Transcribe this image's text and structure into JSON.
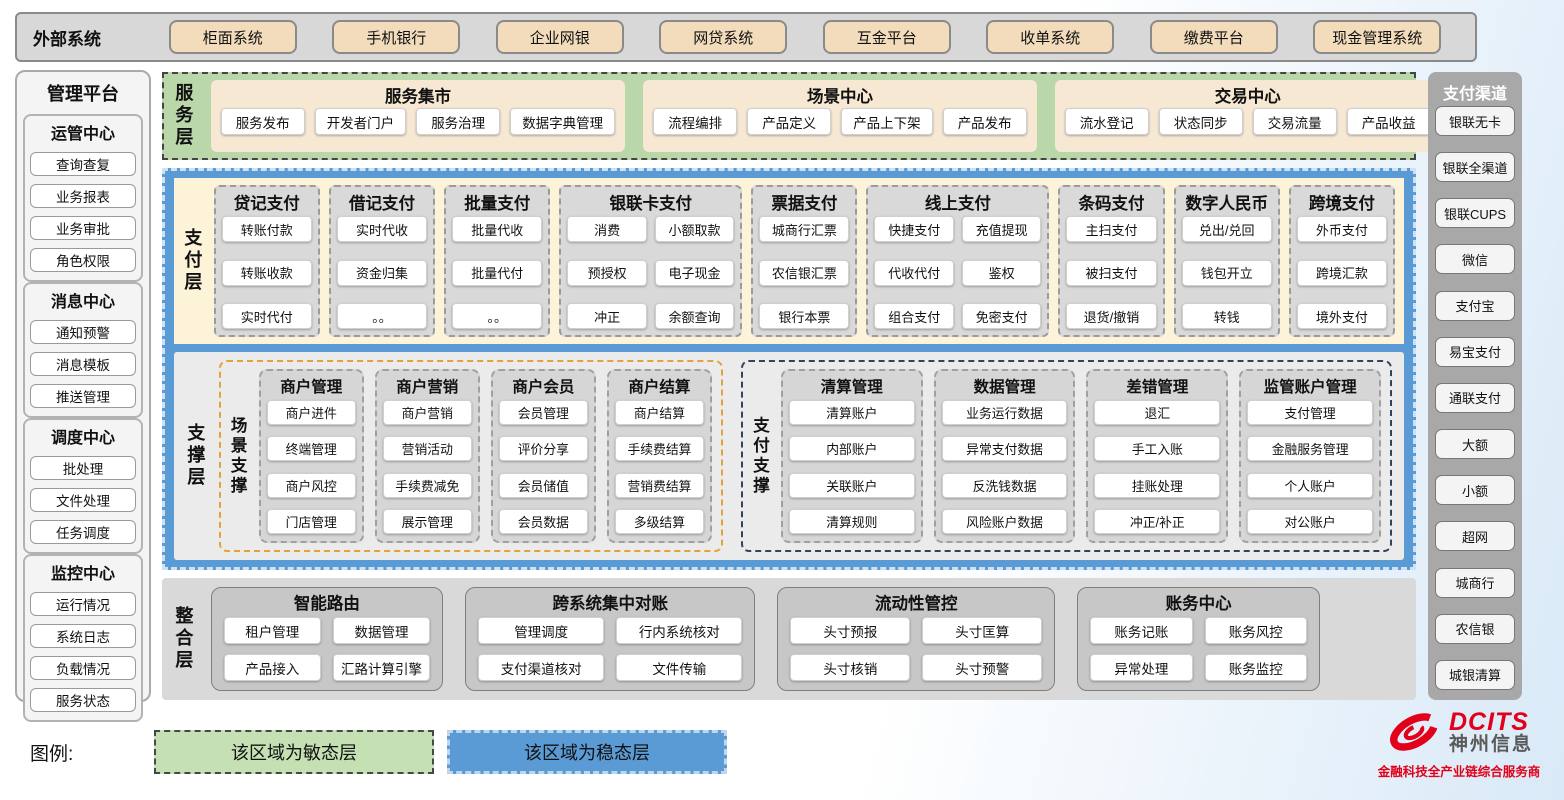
{
  "external_systems": {
    "label": "外部系统",
    "items": [
      "柜面系统",
      "手机银行",
      "企业网银",
      "网贷系统",
      "互金平台",
      "收单系统",
      "缴费平台",
      "现金管理系统"
    ]
  },
  "management_platform": {
    "title": "管理平台",
    "groups": [
      {
        "title": "运管中心",
        "items": [
          "查询查复",
          "业务报表",
          "业务审批",
          "角色权限"
        ]
      },
      {
        "title": "消息中心",
        "items": [
          "通知预警",
          "消息模板",
          "推送管理"
        ]
      },
      {
        "title": "调度中心",
        "items": [
          "批处理",
          "文件处理",
          "任务调度"
        ]
      },
      {
        "title": "监控中心",
        "items": [
          "运行情况",
          "系统日志",
          "负载情况",
          "服务状态"
        ]
      }
    ]
  },
  "service_layer": {
    "label": "服务层",
    "groups": [
      {
        "title": "服务集市",
        "items": [
          "服务发布",
          "开发者门户",
          "服务治理",
          "数据字典管理"
        ]
      },
      {
        "title": "场景中心",
        "items": [
          "流程编排",
          "产品定义",
          "产品上下架",
          "产品发布"
        ]
      },
      {
        "title": "交易中心",
        "items": [
          "流水登记",
          "状态同步",
          "交易流量",
          "产品收益"
        ]
      }
    ]
  },
  "payment_layer": {
    "label": "支付层",
    "columns": [
      {
        "title": "贷记支付",
        "cols": 1,
        "items": [
          "转账付款",
          "转账收款",
          "实时代付"
        ]
      },
      {
        "title": "借记支付",
        "cols": 1,
        "items": [
          "实时代收",
          "资金归集",
          "。。"
        ]
      },
      {
        "title": "批量支付",
        "cols": 1,
        "items": [
          "批量代收",
          "批量代付",
          "。。"
        ]
      },
      {
        "title": "银联卡支付",
        "cols": 2,
        "items": [
          "消费",
          "小额取款",
          "预授权",
          "电子现金",
          "冲正",
          "余额查询"
        ]
      },
      {
        "title": "票据支付",
        "cols": 1,
        "items": [
          "城商行汇票",
          "农信银汇票",
          "银行本票"
        ]
      },
      {
        "title": "线上支付",
        "cols": 2,
        "items": [
          "快捷支付",
          "充值提现",
          "代收代付",
          "鉴权",
          "组合支付",
          "免密支付"
        ]
      },
      {
        "title": "条码支付",
        "cols": 1,
        "items": [
          "主扫支付",
          "被扫支付",
          "退货/撤销"
        ]
      },
      {
        "title": "数字人民币",
        "cols": 1,
        "items": [
          "兑出/兑回",
          "钱包开立",
          "转钱"
        ]
      },
      {
        "title": "跨境支付",
        "cols": 1,
        "items": [
          "外币支付",
          "跨境汇款",
          "境外支付"
        ]
      }
    ]
  },
  "support_layer": {
    "label": "支撑层",
    "regions": [
      {
        "label": "场景支撑",
        "accent": "orange",
        "columns": [
          {
            "title": "商户管理",
            "items": [
              "商户进件",
              "终端管理",
              "商户风控",
              "门店管理"
            ]
          },
          {
            "title": "商户营销",
            "items": [
              "商户营销",
              "营销活动",
              "手续费减免",
              "展示管理"
            ]
          },
          {
            "title": "商户会员",
            "items": [
              "会员管理",
              "评价分享",
              "会员储值",
              "会员数据"
            ]
          },
          {
            "title": "商户结算",
            "items": [
              "商户结算",
              "手续费结算",
              "营销费结算",
              "多级结算"
            ]
          }
        ]
      },
      {
        "label": "支付支撑",
        "accent": "navy",
        "columns": [
          {
            "title": "清算管理",
            "items": [
              "清算账户",
              "内部账户",
              "关联账户",
              "清算规则"
            ]
          },
          {
            "title": "数据管理",
            "items": [
              "业务运行数据",
              "异常支付数据",
              "反洗钱数据",
              "风险账户数据"
            ]
          },
          {
            "title": "差错管理",
            "items": [
              "退汇",
              "手工入账",
              "挂账处理",
              "冲正/补正"
            ]
          },
          {
            "title": "监管账户管理",
            "items": [
              "支付管理",
              "金融服务管理",
              "个人账户",
              "对公账户"
            ]
          }
        ]
      }
    ]
  },
  "integration_layer": {
    "label": "整合层",
    "groups": [
      {
        "title": "智能路由",
        "items": [
          "租户管理",
          "数据管理",
          "产品接入",
          "汇路计算引擎"
        ]
      },
      {
        "title": "跨系统集中对账",
        "items": [
          "管理调度",
          "行内系统核对",
          "支付渠道核对",
          "文件传输"
        ]
      },
      {
        "title": "流动性管控",
        "items": [
          "头寸预报",
          "头寸匡算",
          "头寸核销",
          "头寸预警"
        ]
      },
      {
        "title": "账务中心",
        "items": [
          "账务记账",
          "账务风控",
          "异常处理",
          "账务监控"
        ]
      }
    ]
  },
  "payment_channels": {
    "title": "支付渠道",
    "items": [
      "银联无卡",
      "银联全渠道",
      "银联CUPS",
      "微信",
      "支付宝",
      "易宝支付",
      "通联支付",
      "大额",
      "小额",
      "超网",
      "城商行",
      "农信银",
      "城银清算"
    ]
  },
  "legend": {
    "label": "图例:",
    "items": [
      {
        "text": "该区域为敏态层",
        "type": "agile"
      },
      {
        "text": "该区域为稳态层",
        "type": "stable"
      }
    ]
  },
  "logo": {
    "brand": "DCITS",
    "company": "神州信息",
    "tagline": "金融科技全产业链综合服务商"
  },
  "colors": {
    "agile_green": "#b9d7a8",
    "stable_blue": "#5b9bd5",
    "tan": "#f3dcbc",
    "brand_red": "#e2001a"
  }
}
